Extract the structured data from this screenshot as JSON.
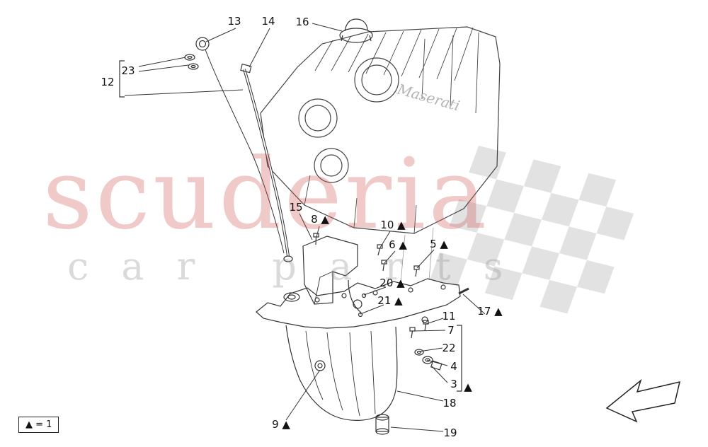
{
  "legend": {
    "text": "▲ = 1"
  },
  "watermark": {
    "primary": "scuderia",
    "secondary": "car parts"
  },
  "engine_text": "Maserati",
  "colors": {
    "watermark_red": "#cf4f4f",
    "watermark_gray": "#8f8f8f",
    "line_art": "#333333",
    "flag_gray": "#dcdcdc"
  },
  "callouts": [
    {
      "label": "12"
    },
    {
      "label": "23"
    },
    {
      "label": "13"
    },
    {
      "label": "14"
    },
    {
      "label": "16"
    },
    {
      "label": "15"
    },
    {
      "label": "8 ▲"
    },
    {
      "label": "10 ▲"
    },
    {
      "label": "6 ▲"
    },
    {
      "label": "5 ▲"
    },
    {
      "label": "20 ▲"
    },
    {
      "label": "21 ▲"
    },
    {
      "label": "11"
    },
    {
      "label": "17 ▲"
    },
    {
      "label": "7"
    },
    {
      "label": "22"
    },
    {
      "label": "4"
    },
    {
      "label": "3"
    },
    {
      "label": "▲"
    },
    {
      "label": "18"
    },
    {
      "label": "9 ▲"
    },
    {
      "label": "19"
    }
  ]
}
